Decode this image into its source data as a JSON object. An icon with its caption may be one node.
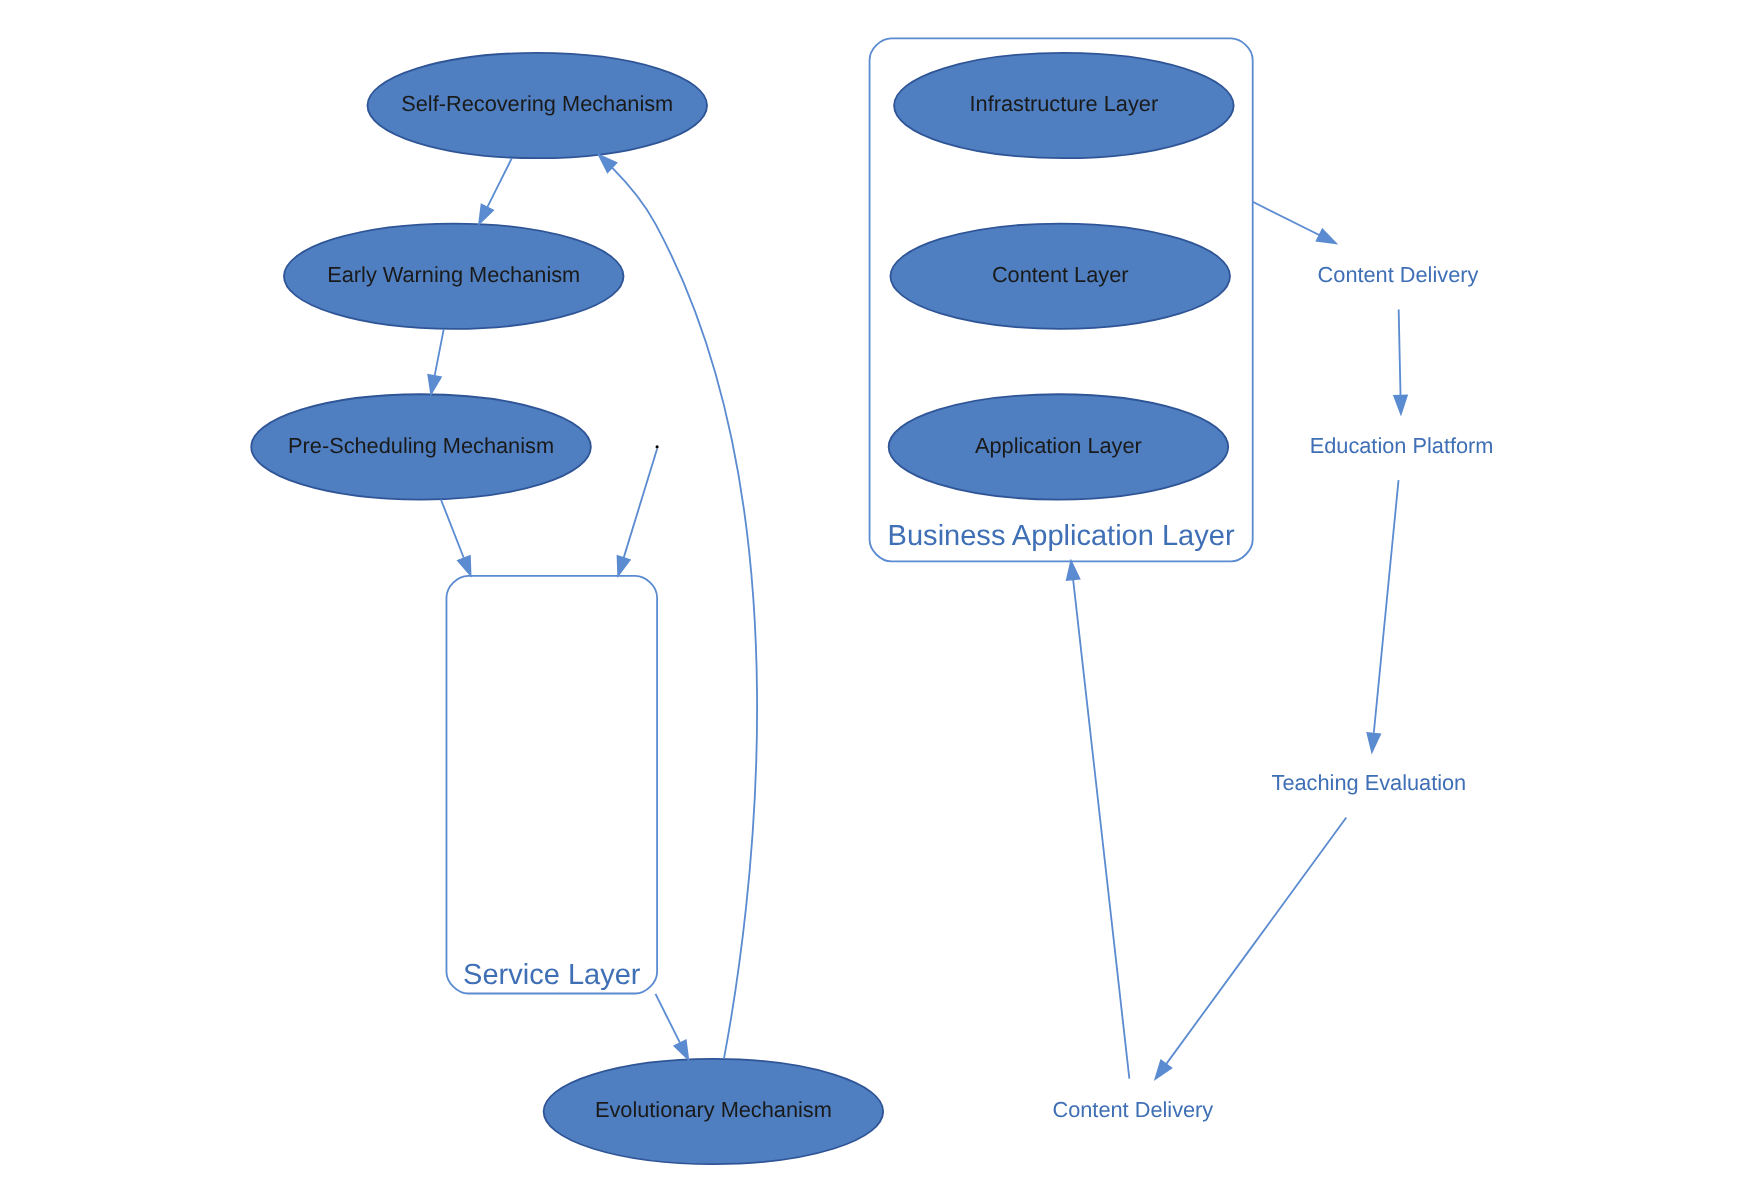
{
  "diagram": {
    "nodes": [
      {
        "text": [
          "Self-Recovering Mechanism"
        ]
      },
      {
        "text": [
          "Early Warning Mechanism"
        ]
      },
      {
        "text": [
          "Evolutionary Mechanism"
        ]
      },
      {
        "text": [
          "Pre-Scheduling Mechanism"
        ]
      },
      {
        "text": [
          "Service Layer"
        ]
      },
      {
        "text": [
          "Business Application Layer"
        ]
      },
      {
        "text": [
          "Infrastructure Layer"
        ],
        "in": 5
      },
      {
        "text": [
          "Content Layer"
        ],
        "in": 5
      },
      {
        "text": [
          "Application Layer"
        ],
        "in": 5
      },
      {
        "text": [
          "Content Delivery"
        ]
      },
      {
        "text": [
          "Education Platform"
        ]
      },
      {
        "text": [
          "Teaching Evaluation"
        ]
      },
      {
        "text": [
          "Content Delivery"
        ]
      }
    ],
    "edges": [
      {
        "from": 2,
        "to": 0,
        "arrow": "to"
      },
      {
        "from": 0,
        "to": 1,
        "arrow": "to"
      },
      {
        "from": 1,
        "to": 3,
        "arrow": "to"
      },
      {
        "from": 3,
        "to": 4,
        "arrow": "to"
      },
      {
        "from": 4,
        "to": 2,
        "arrow": "to"
      },
      {
        "from": 5,
        "to": 9,
        "arrow": "to"
      },
      {
        "from": 9,
        "to": 10,
        "arrow": "to"
      },
      {
        "from": 10,
        "to": 11,
        "arrow": "to"
      },
      {
        "from": 11,
        "to": 12,
        "arrow": "to"
      },
      {
        "from": 12,
        "to": 5,
        "arrow": "to"
      },
      {
        "from": null,
        "to": 4,
        "arrow": "to"
      }
    ]
  }
}
